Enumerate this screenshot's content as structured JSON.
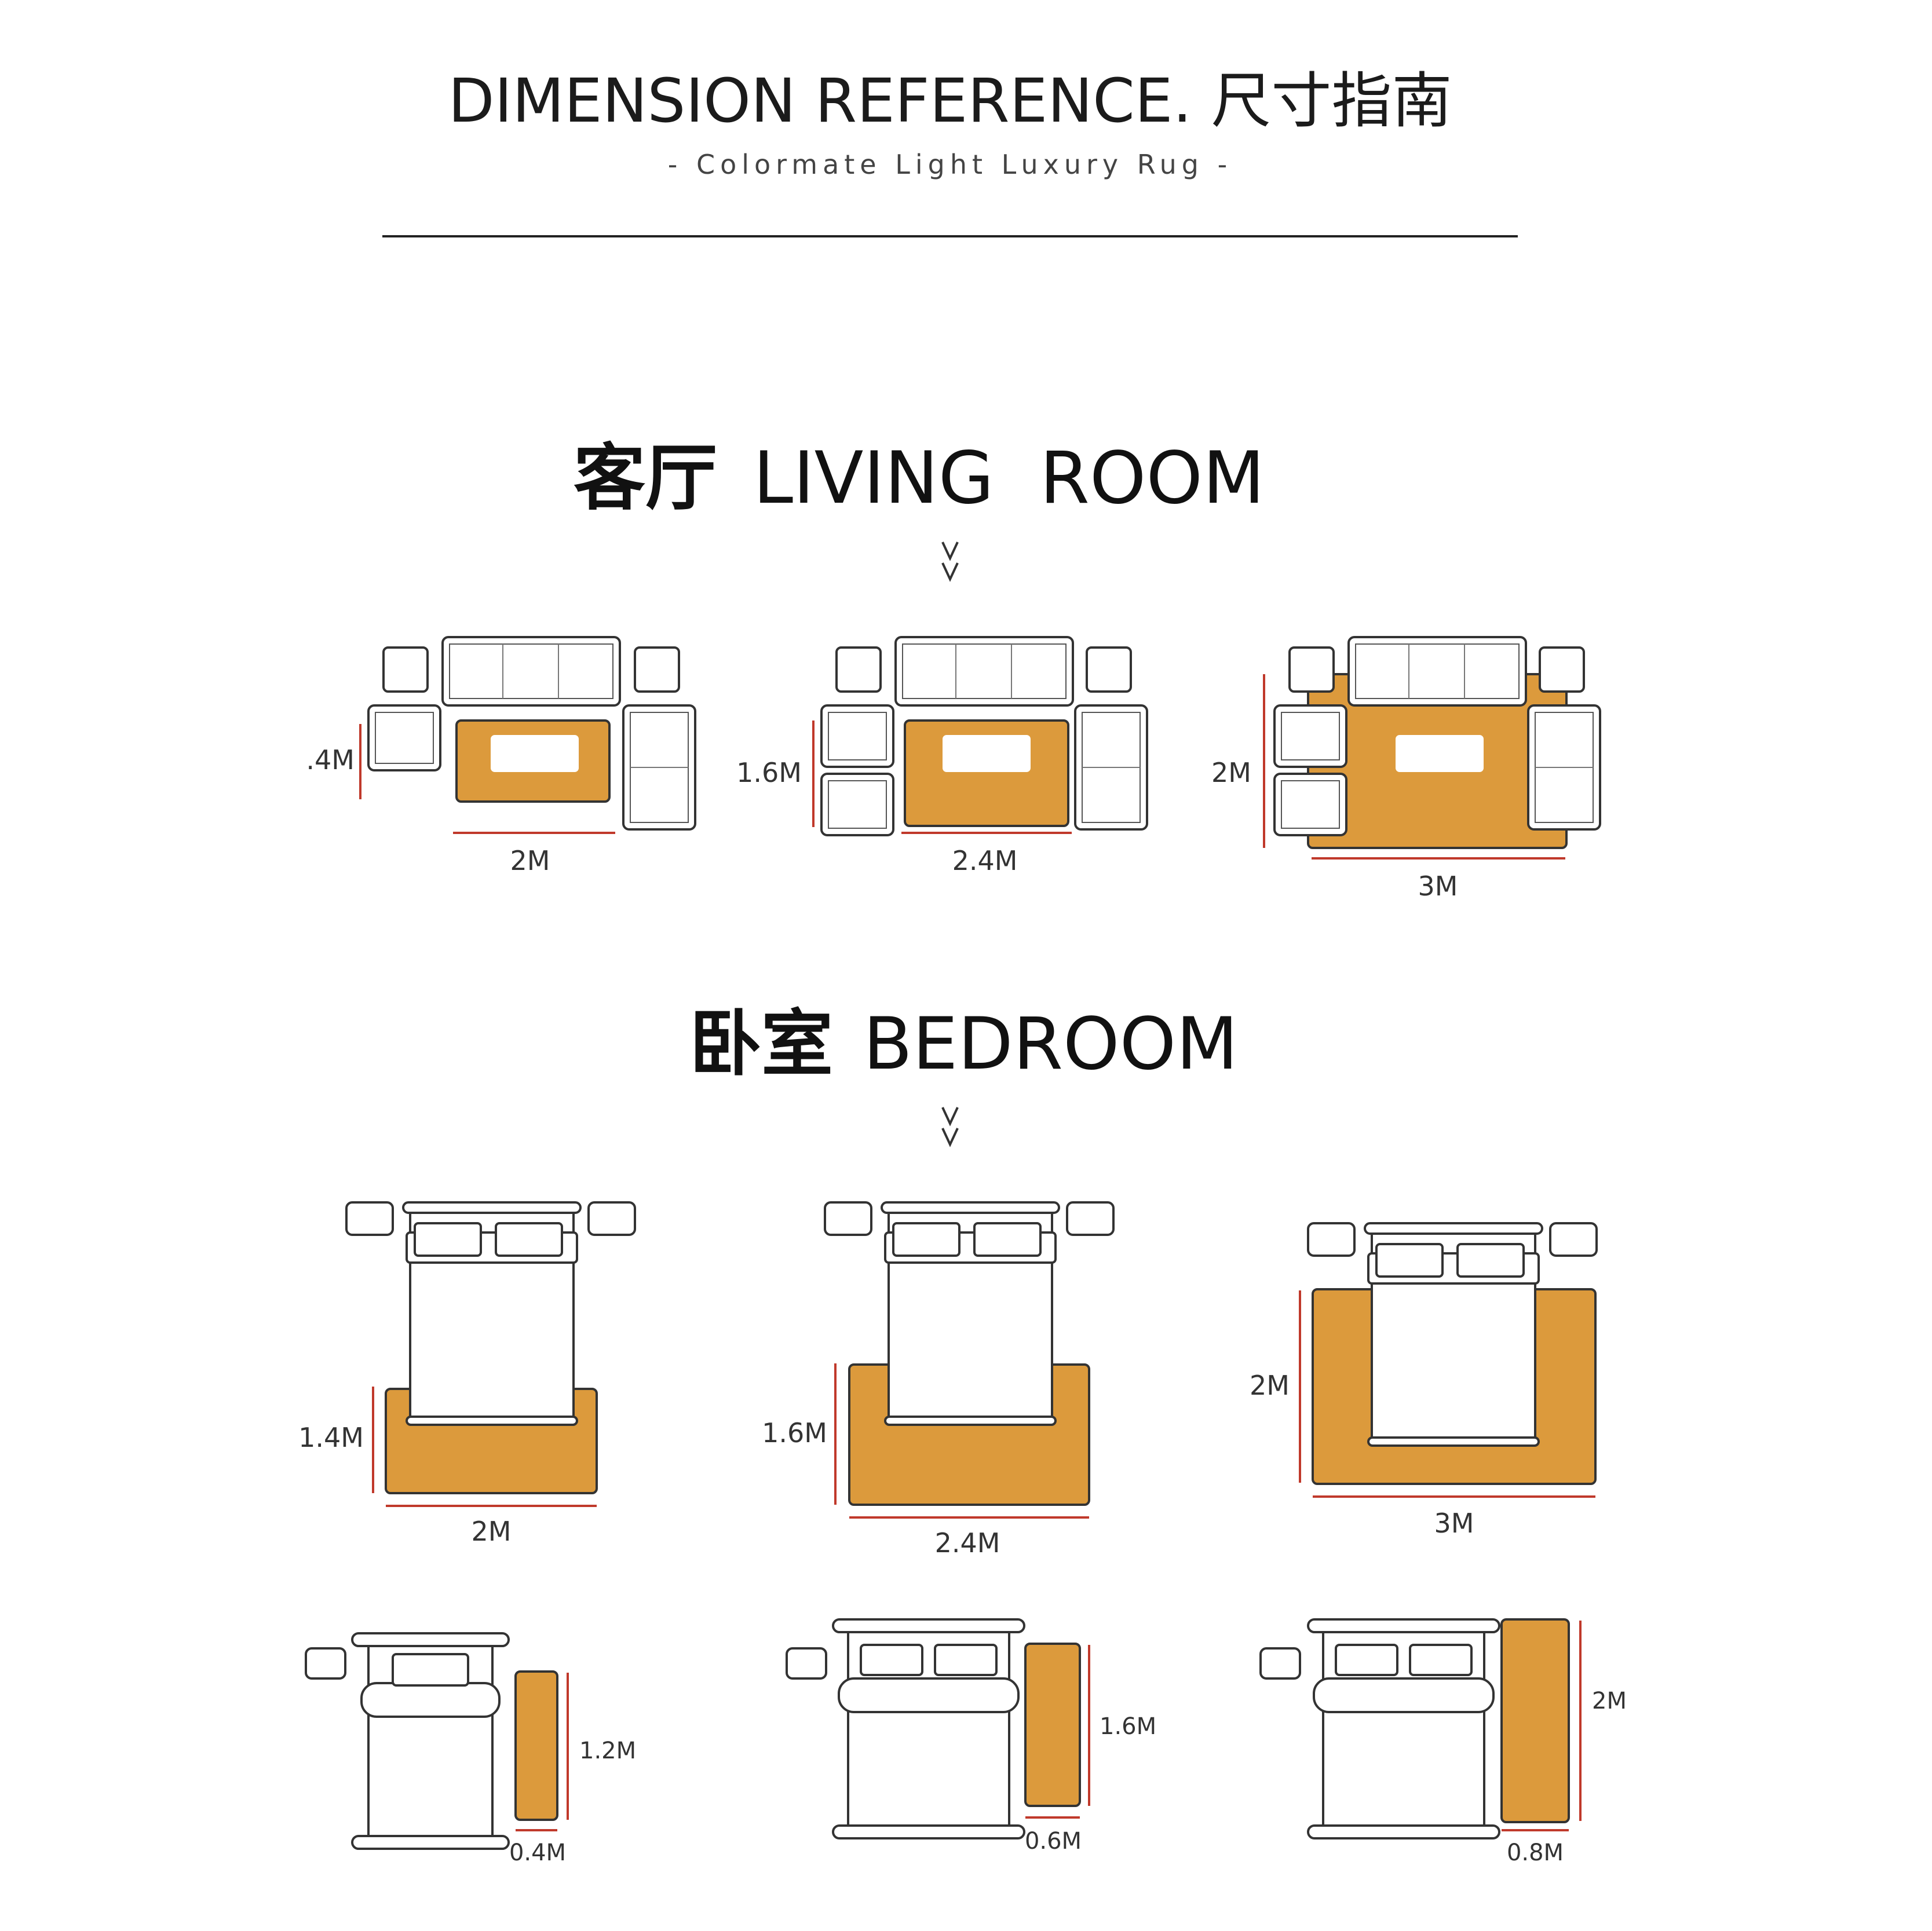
{
  "header": {
    "title": "DIMENSION REFERENCE. 尺寸指南",
    "subtitle": "- Colormate Light Luxury Rug -"
  },
  "colors": {
    "rug": "#DC9A3C",
    "outline": "#3A3A3A",
    "dimension_line": "#C0392B",
    "text": "#222222"
  },
  "living_room": {
    "title_cn": "客厅",
    "title_en": "LIVING  ROOM",
    "arrow": "v\nv",
    "layouts": [
      {
        "width_label": "2M",
        "depth_label": ".4M"
      },
      {
        "width_label": "2.4M",
        "depth_label": "1.6M"
      },
      {
        "width_label": "3M",
        "depth_label": "2M"
      }
    ]
  },
  "bedroom": {
    "title_cn": "卧室",
    "title_en": "BEDROOM",
    "arrow": "v\nv",
    "layouts": [
      {
        "width_label": "2M",
        "depth_label": "1.4M"
      },
      {
        "width_label": "2.4M",
        "depth_label": "1.6M"
      },
      {
        "width_label": "3M",
        "depth_label": "2M"
      }
    ],
    "runners": [
      {
        "length_label": "1.2M",
        "width_label": "0.4M"
      },
      {
        "length_label": "1.6M",
        "width_label": "0.6M"
      },
      {
        "length_label": "2M",
        "width_label": "0.8M"
      }
    ]
  }
}
